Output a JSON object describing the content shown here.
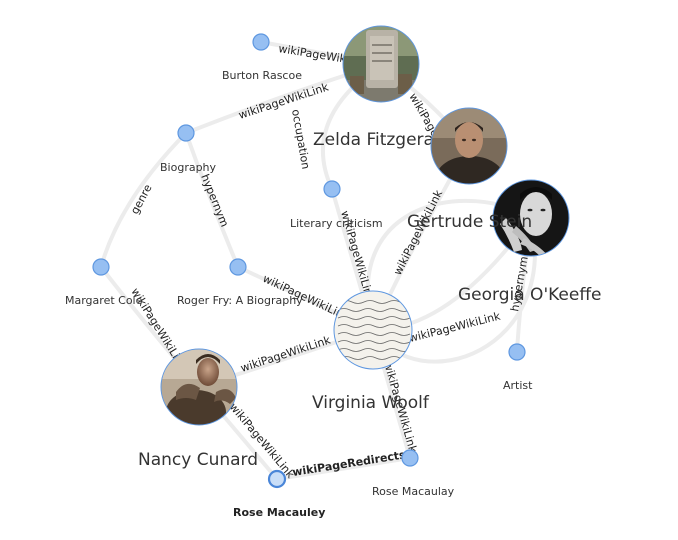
{
  "graph": {
    "nodes": {
      "burton_rascoe": {
        "label": "Burton Rascoe"
      },
      "biography": {
        "label": "Biography"
      },
      "literary_criticism": {
        "label": "Literary criticism"
      },
      "roger_fry": {
        "label": "Roger Fry: A Biography"
      },
      "margaret_cole": {
        "label": "Margaret Cole"
      },
      "artist": {
        "label": "Artist"
      },
      "rose_macaulay": {
        "label": "Rose Macaulay"
      },
      "rose_macaulay_selected": {
        "label": "Rose Macauley"
      },
      "zelda_fitzgerald": {
        "label": "Zelda Fitzgerald"
      },
      "gertrude_stein": {
        "label": "Gertrude Stein"
      },
      "georgia_okeeffe": {
        "label": "Georgia O'Keeffe"
      },
      "virginia_woolf": {
        "label": "Virginia Woolf"
      },
      "nancy_cunard": {
        "label": "Nancy Cunard"
      }
    },
    "edges": {
      "burton_zelda": "wikiPageWikiLink",
      "biography_zelda": "wikiPageWikiLink",
      "zelda_literary": "occupation",
      "biography_margaret": "genre",
      "biography_roger": "hypernym",
      "literary_virginia": "wikiPageWikiLink",
      "roger_virginia": "wikiPageWikiLink",
      "virginia_gertrude": "wikiPageWikiLink",
      "virginia_georgia": "wikiPageWikiLink",
      "georgia_artist": "hypernym",
      "margaret_nancy": "wikiPageWikiLink",
      "nancy_virginia": "wikiPageWikiLink",
      "virginia_rosemacaulay": "wikiPageWikiLink",
      "nancy_selected": "wikiPageWikiLink",
      "selected_rosemacaulay": "wikiPageRedirects",
      "zelda_gertrude": "wikiPageWikiLink"
    }
  }
}
